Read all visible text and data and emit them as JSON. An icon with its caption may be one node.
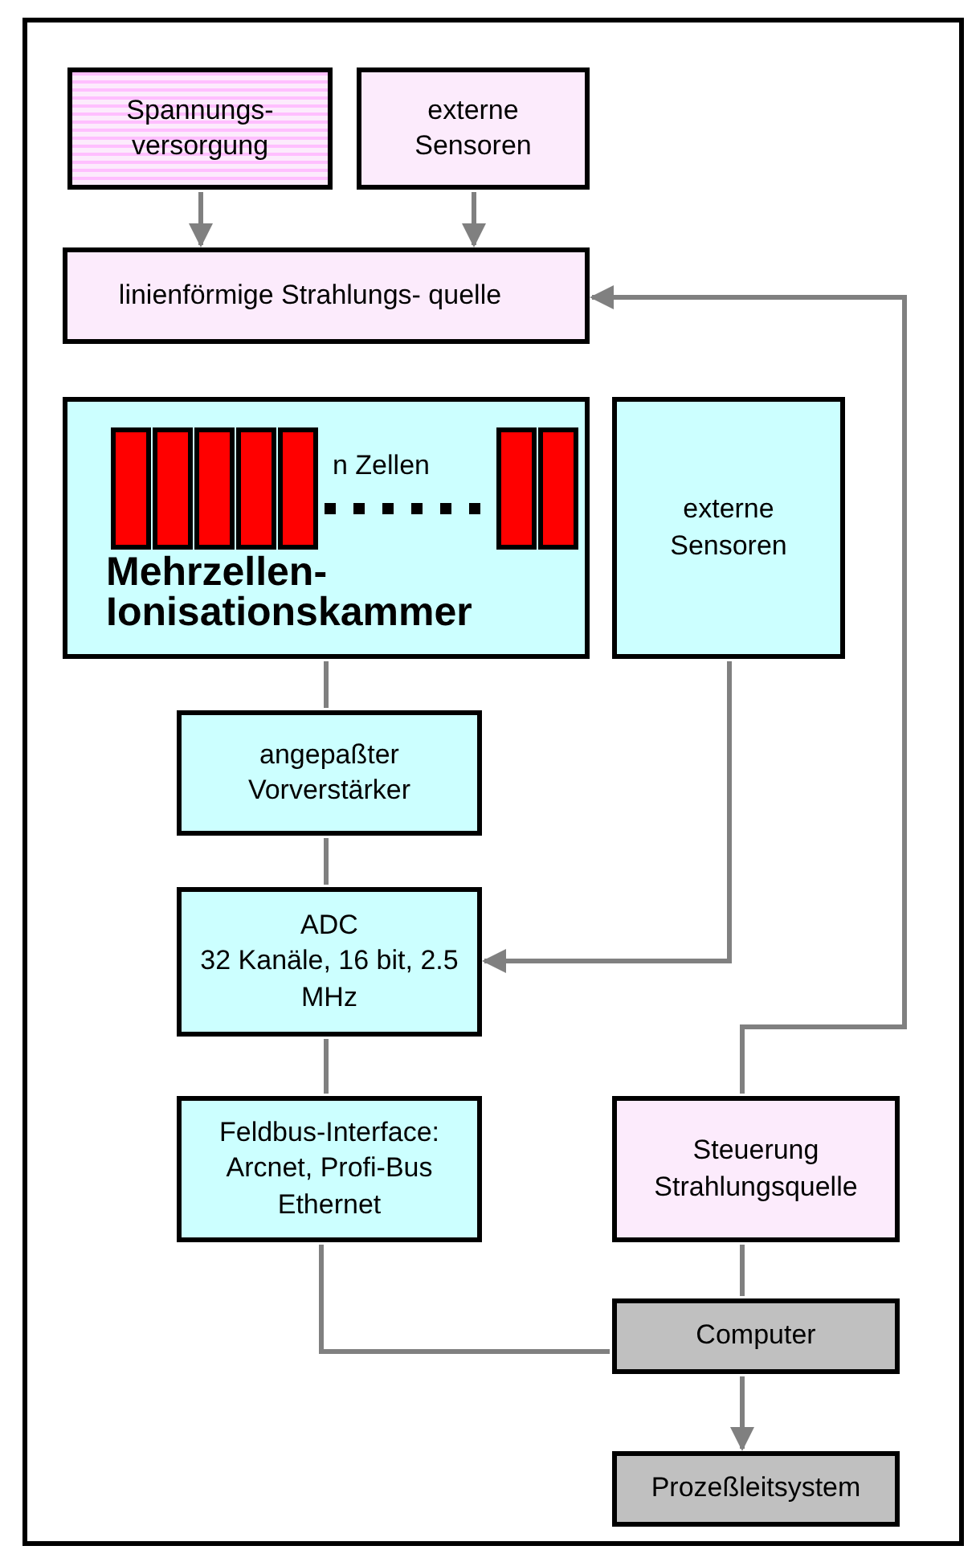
{
  "diagram": {
    "nodes": [
      {
        "text": [
          "Spannungs- versorgung"
        ]
      },
      {
        "text": [
          "externe Sensoren"
        ]
      },
      {
        "text": [
          "linienförmige Strahlungs- quelle"
        ]
      },
      {
        "text": [
          "n Zellen",
          "Mehrzellen- Ionisationskammer"
        ]
      },
      {
        "text": [
          "externe Sensoren"
        ]
      },
      {
        "text": [
          "angepaßter Vorverstärker"
        ]
      },
      {
        "text": [
          "ADC",
          "32 Kanäle, 16 bit, 2.5 MHz"
        ]
      },
      {
        "text": [
          "Feldbus-Interface: Arcnet, Profi-Bus Ethernet"
        ]
      },
      {
        "text": [
          "Steuerung Strahlungsquelle"
        ]
      },
      {
        "text": [
          "Computer"
        ]
      },
      {
        "text": [
          "Prozeßleitsystem"
        ]
      }
    ],
    "edges": [
      {
        "from": 0,
        "to": 2,
        "arrow": "to"
      },
      {
        "from": 1,
        "to": 2,
        "arrow": "to"
      },
      {
        "from": 8,
        "to": 2,
        "arrow": "to"
      },
      {
        "from": 3,
        "to": 5,
        "arrow": "none"
      },
      {
        "from": 5,
        "to": 6,
        "arrow": "none"
      },
      {
        "from": 4,
        "to": 6,
        "arrow": "to"
      },
      {
        "from": 6,
        "to": 7,
        "arrow": "none"
      },
      {
        "from": 7,
        "to": 9,
        "arrow": "none"
      },
      {
        "from": 8,
        "to": 9,
        "arrow": "none"
      },
      {
        "from": 9,
        "to": 10,
        "arrow": "to"
      }
    ]
  }
}
